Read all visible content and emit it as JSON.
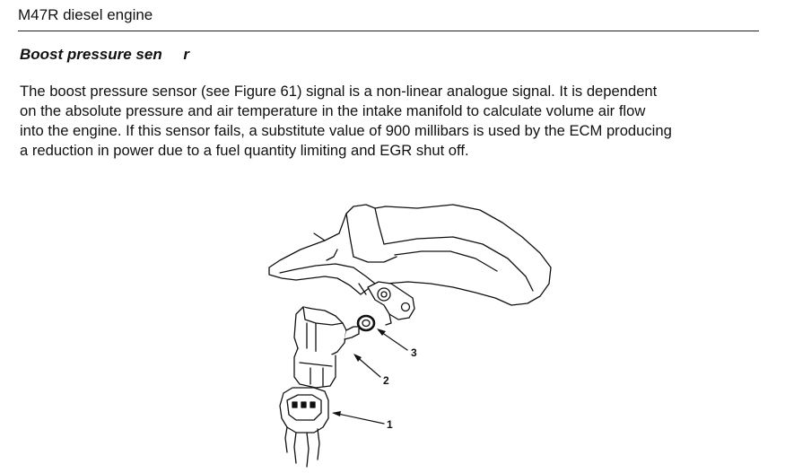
{
  "header": {
    "title": "M47R diesel engine"
  },
  "section": {
    "heading": "Boost pressure sen     r",
    "paragraph_lines": [
      "The boost pressure sensor (see Figure 61) signal is a non-linear analogue signal. It is dependent",
      "on the absolute pressure and air temperature in the intake manifold to calculate volume air flow",
      "into the engine. If this sensor fails, a substitute value of 900 millibars is used by the ECM producing",
      "a reduction in power due to a fuel quantity limiting and EGR shut off."
    ]
  },
  "figure": {
    "callouts": [
      "1",
      "2",
      "3"
    ]
  }
}
